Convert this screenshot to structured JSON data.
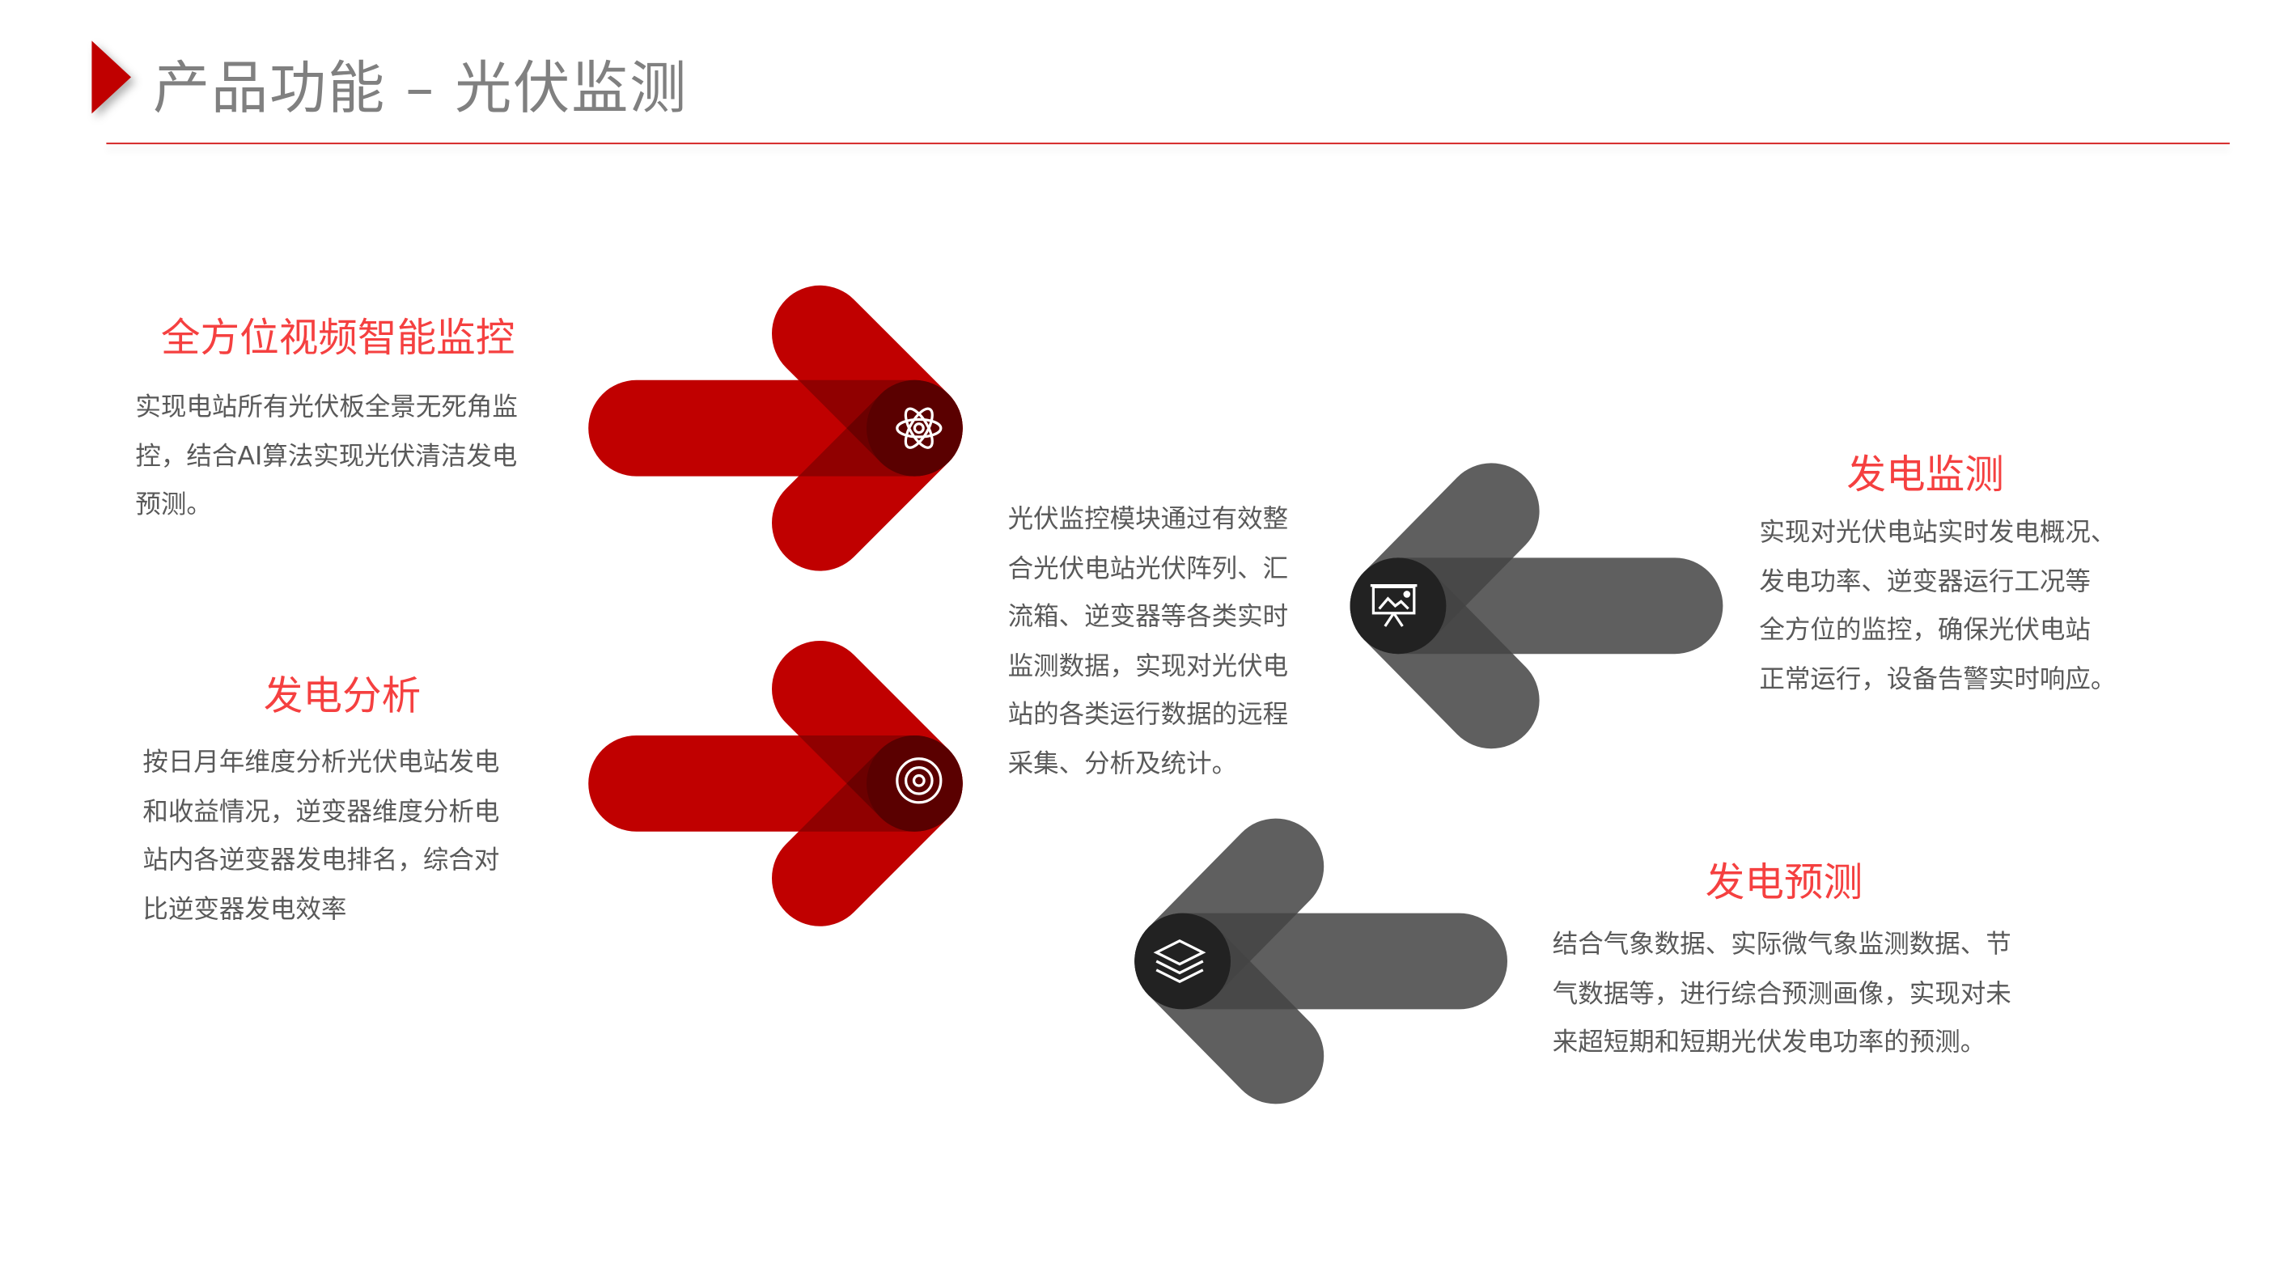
{
  "header": {
    "title": "产品功能 – 光伏监测"
  },
  "features": [
    {
      "title": "全方位视频智能监控",
      "lines": [
        "实现电站所有光伏板全景无死角监",
        "控，结合AI算法实现光伏清洁发电",
        "预测。"
      ],
      "icon": "atom-icon"
    },
    {
      "title": "发电分析",
      "lines": [
        "按日月年维度分析光伏电站发电",
        "和收益情况，逆变器维度分析电",
        "站内各逆变器发电排名，综合对",
        "比逆变器发电效率"
      ],
      "icon": "target-icon"
    },
    {
      "title": "发电监测",
      "lines": [
        "实现对光伏电站实时发电概况、",
        "发电功率、逆变器运行工况等",
        "全方位的监控，确保光伏电站",
        "正常运行，设备告警实时响应。"
      ],
      "icon": "presentation-board-icon"
    },
    {
      "title": "发电预测",
      "lines": [
        "结合气象数据、实际微气象监测数据、节",
        "气数据等，进行综合预测画像，实现对未",
        "来超短期和短期光伏发电功率的预测。"
      ],
      "icon": "layers-icon"
    }
  ],
  "center": {
    "lines": [
      "光伏监控模块通过有效整",
      "合光伏电站光伏阵列、汇",
      "流箱、逆变器等各类实时",
      "监测数据，实现对光伏电",
      "站的各类运行数据的远程",
      "采集、分析及统计。"
    ]
  },
  "colors": {
    "accent": "#c00000",
    "heading": "#f54040",
    "dark": "#404040",
    "text": "#595959"
  }
}
